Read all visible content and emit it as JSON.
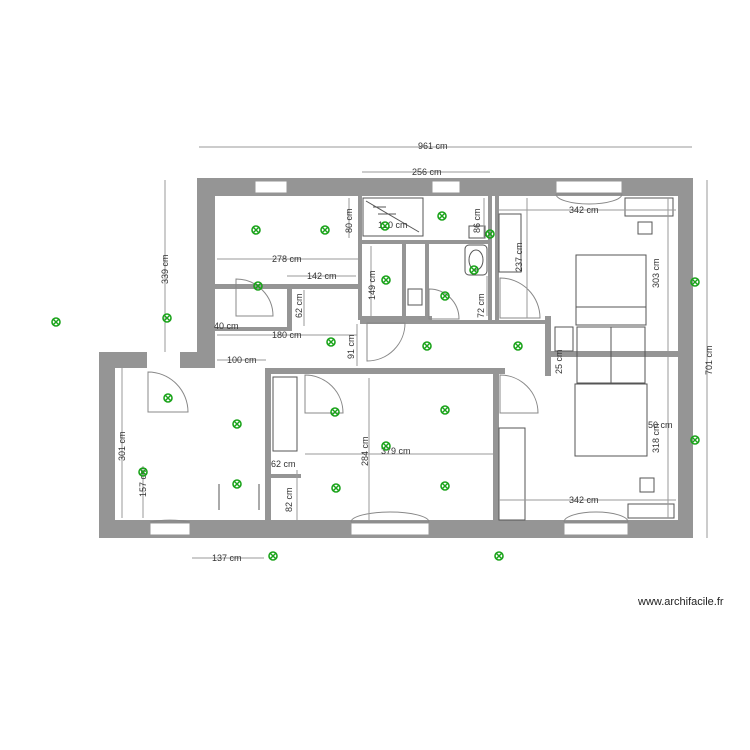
{
  "plan": {
    "site": "www.archifacile.fr",
    "colors": {
      "wall": "#959595",
      "dim_line": "#9a9a9a",
      "symbol": "#1aa31a",
      "text": "#333333"
    },
    "icons": [
      "electrical-point-icon",
      "door-swing-icon",
      "window-icon",
      "shower-tray-icon",
      "bed-icon",
      "wardrobe-icon",
      "toilet-icon",
      "sink-icon",
      "desk-icon"
    ],
    "dimensions": {
      "overall_width": "961 cm",
      "top_middle": "256 cm",
      "bedroom_top_width": "342 cm",
      "shower_width": "120 cm",
      "shower_depth": "80 cm",
      "wc_depth": "86 cm",
      "room_top_left_width": "278 cm",
      "landing_width": "142 cm",
      "bathroom_height": "149 cm",
      "wc_height": "72 cm",
      "corridor_depth": "237 cm",
      "bedroom_height": "303 cm",
      "overall_height": "701 cm",
      "left_height": "339 cm",
      "step_depth": "62 cm",
      "wall_offset": "40 cm",
      "hall_width": "180 cm",
      "hall_depth": "91 cm",
      "entry_width": "100 cm",
      "left_wall_height": "301 cm",
      "cupboard_width": "62 cm",
      "living_height": "284 cm",
      "living_width": "379 cm",
      "lower_left_height": "157 cm",
      "cupboard_depth": "82 cm",
      "bedroom_bottom_width": "342 cm",
      "bedroom2_height": "318 cm",
      "desk_width": "50 cm",
      "partition": "25 cm",
      "bottom_left": "137 cm"
    }
  }
}
